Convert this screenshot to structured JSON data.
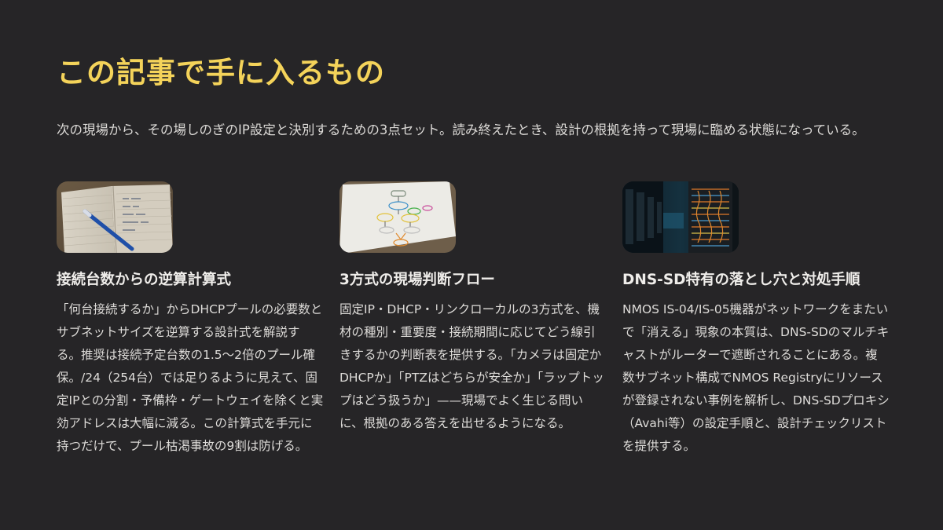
{
  "heading": "この記事で手に入るもの",
  "intro": "次の現場から、その場しのぎのIP設定と決別するための3点セット。読み終えたとき、設計の根拠を持って現場に臨める状態になっている。",
  "cards": [
    {
      "image": "notebook-photo",
      "title": "接続台数からの逆算計算式",
      "body": "「何台接続するか」からDHCPプールの必要数とサブネットサイズを逆算する設計式を解説する。推奨は接続予定台数の1.5〜2倍のプール確保。/24（254台）では足りるように見えて、固定IPとの分割・予備枠・ゲートウェイを除くと実効アドレスは大幅に減る。この計算式を手元に持つだけで、プール枯渇事故の9割は防げる。"
    },
    {
      "image": "flowchart-photo",
      "title": "3方式の現場判断フロー",
      "body": "固定IP・DHCP・リンクローカルの3方式を、機材の種別・重要度・接続期間に応じてどう線引きするかの判断表を提供する。「カメラは固定かDHCPか」「PTZはどちらが安全か」「ラップトップはどう扱うか」——現場でよく生じる問いに、根拠のある答えを出せるようになる。"
    },
    {
      "image": "server-room-photo",
      "title": "DNS-SD特有の落とし穴と対処手順",
      "body": "NMOS IS-04/IS-05機器がネットワークをまたいで「消える」現象の本質は、DNS-SDのマルチキャストがルーターで遮断されることにある。複数サブネット構成でNMOS Registryにリソースが登録されない事例を解析し、DNS-SDプロキシ（Avahi等）の設定手順と、設計チェックリストを提供する。"
    }
  ],
  "colors": {
    "background": "#262527",
    "heading": "#f4d35a",
    "text": "#e8e6e3"
  }
}
